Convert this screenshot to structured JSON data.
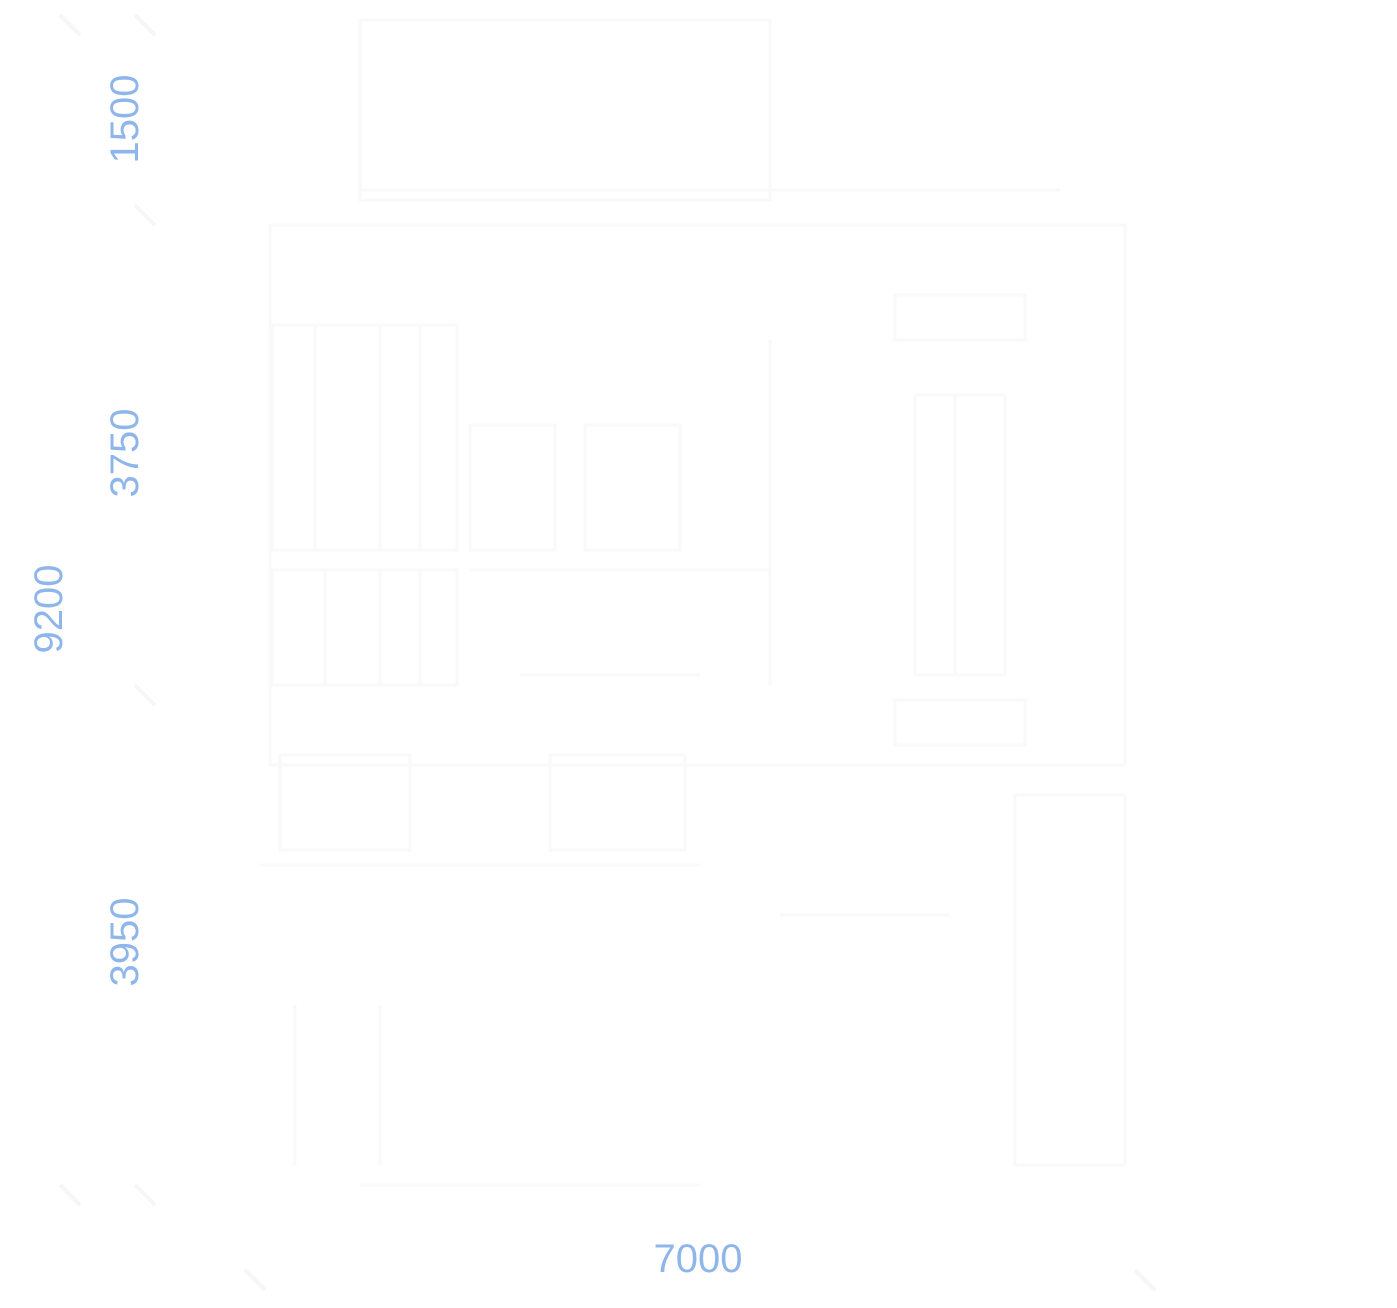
{
  "dimensions": {
    "overall_height": "9200",
    "upper_section": "1500",
    "middle_section": "3750",
    "lower_section": "3950",
    "overall_width": "7000"
  },
  "colors": {
    "dimension_text": "#8fb6ea",
    "plan_lines": "#fafafa",
    "dimension_ticks": "#f5f7fb"
  }
}
